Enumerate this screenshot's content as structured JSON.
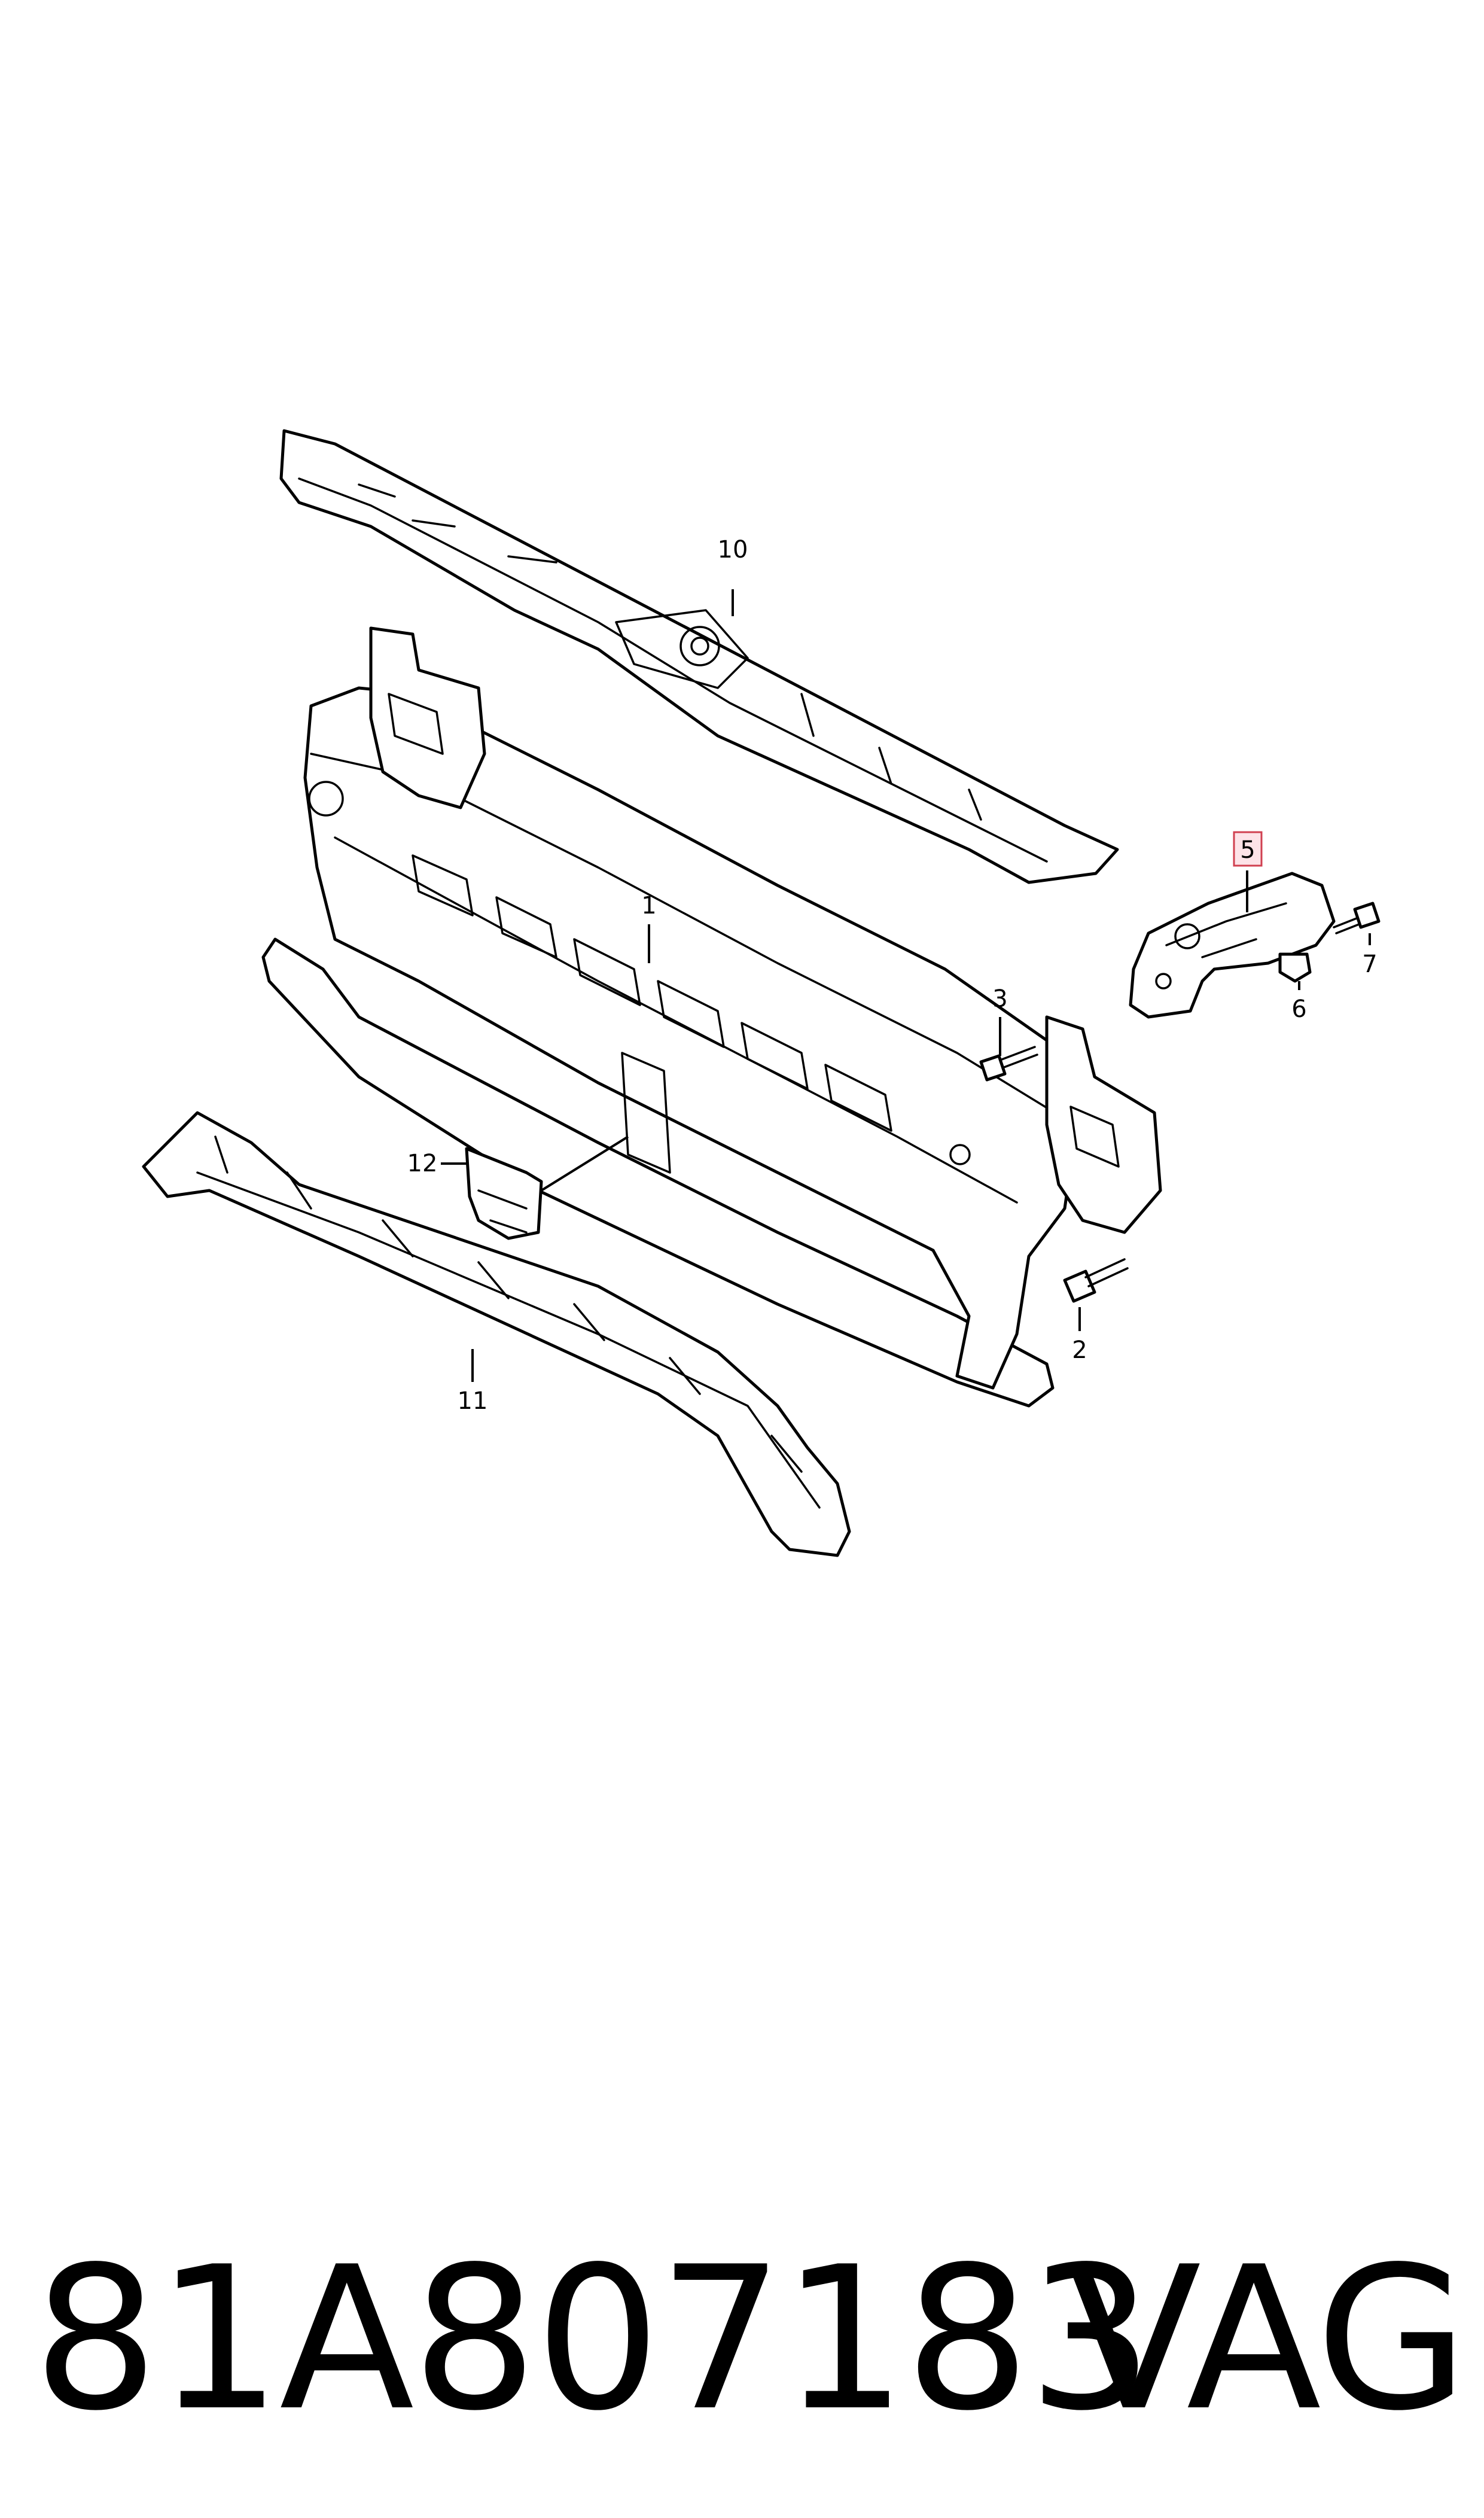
{
  "diagram": {
    "callouts": [
      {
        "id": "1",
        "label": "1"
      },
      {
        "id": "2",
        "label": "2"
      },
      {
        "id": "3",
        "label": "3"
      },
      {
        "id": "5",
        "label": "5",
        "highlighted": true
      },
      {
        "id": "6",
        "label": "6"
      },
      {
        "id": "7",
        "label": "7"
      },
      {
        "id": "10",
        "label": "10"
      },
      {
        "id": "11",
        "label": "11"
      },
      {
        "id": "12",
        "label": "12"
      }
    ],
    "highlight_color": "#d04050"
  },
  "footer": {
    "part_number": "81A807183",
    "brand": "VAG"
  }
}
